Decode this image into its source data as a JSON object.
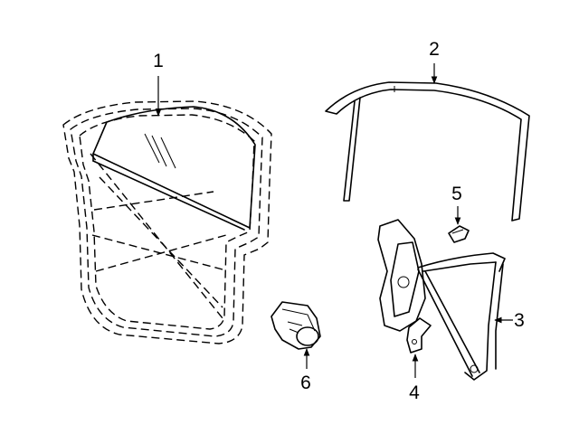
{
  "callouts": [
    {
      "id": "1",
      "label": "1",
      "part": "door-glass"
    },
    {
      "id": "2",
      "label": "2",
      "part": "glass-run-channel"
    },
    {
      "id": "3",
      "label": "3",
      "part": "window-regulator"
    },
    {
      "id": "4",
      "label": "4",
      "part": "glass-bracket"
    },
    {
      "id": "5",
      "label": "5",
      "part": "clip"
    },
    {
      "id": "6",
      "label": "6",
      "part": "regulator-motor"
    }
  ]
}
